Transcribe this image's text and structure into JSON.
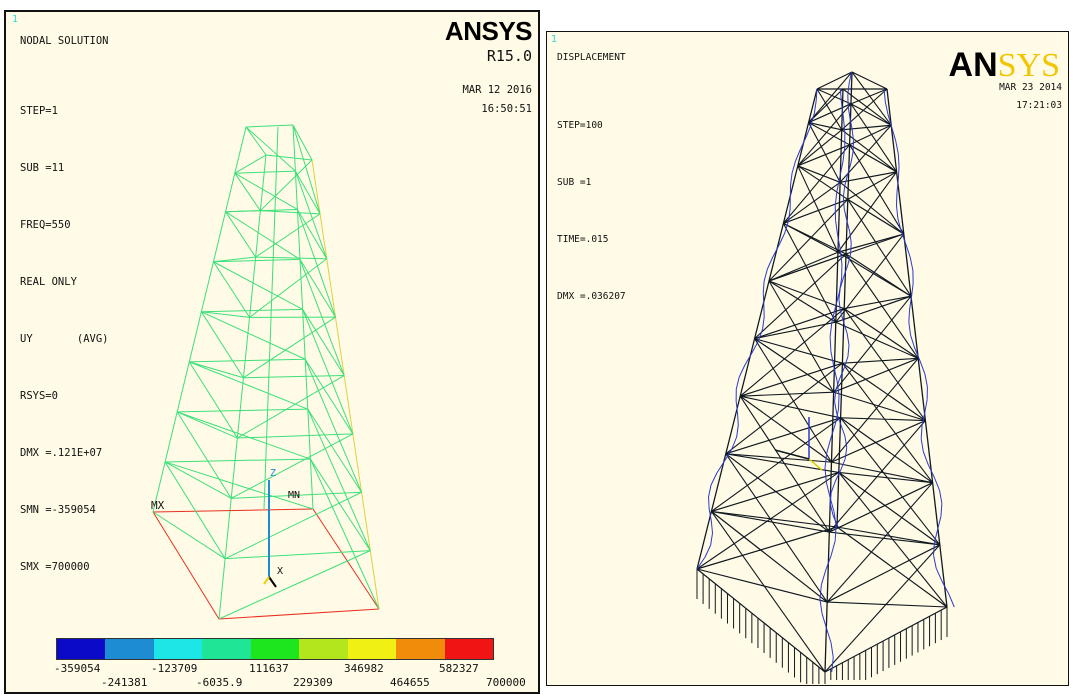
{
  "left_panel": {
    "window_number": "1",
    "title": "NODAL SOLUTION",
    "info_lines": [
      "STEP=1",
      "SUB =11",
      "FREQ=550",
      "REAL ONLY",
      "UY       (AVG)",
      "RSYS=0",
      "DMX =.121E+07",
      "SMN =-359054",
      "SMX =700000"
    ],
    "logo": "ANSYS",
    "version": "R15.0",
    "date": "MAR 12 2016",
    "time": "16:50:51",
    "labels": {
      "mx": "MX",
      "mn": "MN",
      "z": "Z",
      "x": "X"
    },
    "colorbar": {
      "colors": [
        "#0a0ac8",
        "#1e8cd2",
        "#1ee6e6",
        "#1ee696",
        "#1ee61e",
        "#b4e61e",
        "#f0f014",
        "#f08c0a",
        "#f01414"
      ],
      "labels_top": [
        "-359054",
        "-123709",
        "111637",
        "346982",
        "582327"
      ],
      "labels_bottom": [
        "-241381",
        "-6035.9",
        "229309",
        "464655",
        "700000"
      ]
    }
  },
  "right_panel": {
    "window_number": "1",
    "title": "DISPLACEMENT",
    "info_lines": [
      "STEP=100",
      "SUB =1",
      "TIME=.015",
      "DMX =.036207"
    ],
    "logo_left": "AN",
    "logo_right": "SYS",
    "date": "MAR 23 2014",
    "time": "17:21:03"
  }
}
